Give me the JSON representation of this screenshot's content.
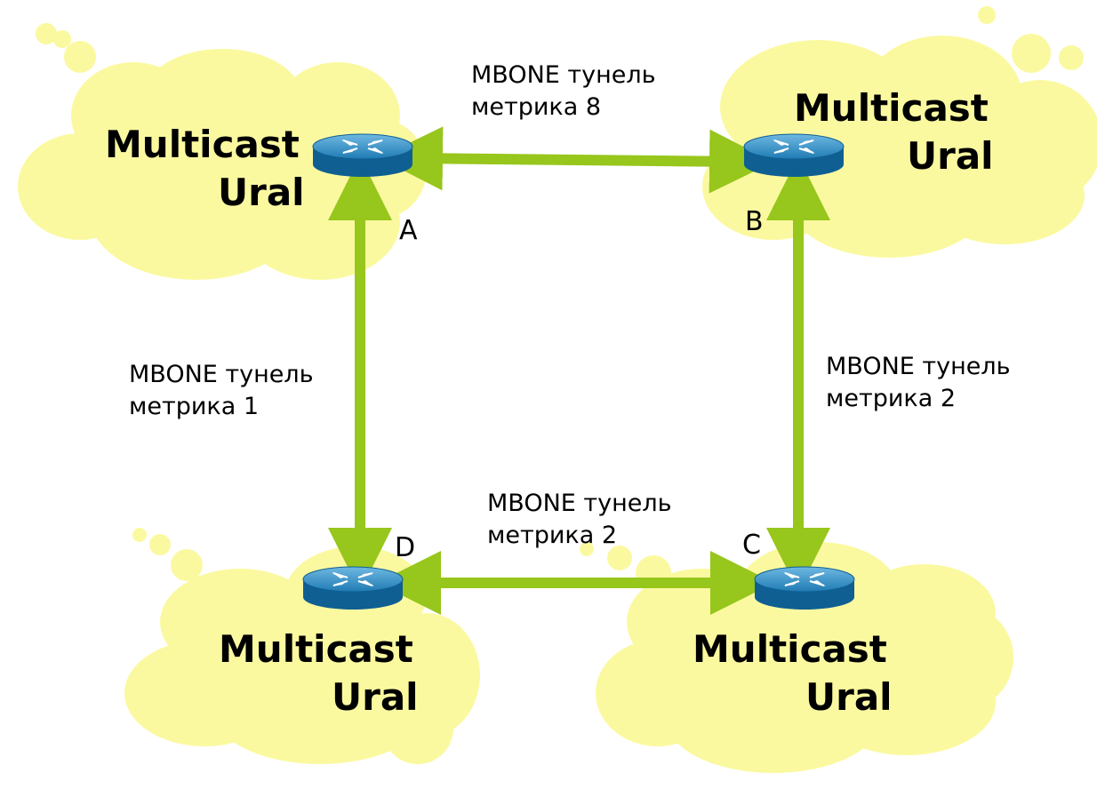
{
  "clouds": [
    {
      "id": "A",
      "line1": "Multicast",
      "line2": "Ural"
    },
    {
      "id": "B",
      "line1": "Multicast",
      "line2": "Ural"
    },
    {
      "id": "C",
      "line1": "Multicast",
      "line2": "Ural"
    },
    {
      "id": "D",
      "line1": "Multicast",
      "line2": "Ural"
    }
  ],
  "nodes": {
    "A": "A",
    "B": "B",
    "C": "C",
    "D": "D"
  },
  "tunnels": {
    "AB": {
      "line1": "MBONE тунель",
      "line2": "метрика 8"
    },
    "AD": {
      "line1": "MBONE тунель",
      "line2": "метрика 1"
    },
    "BC": {
      "line1": "MBONE тунель",
      "line2": "метрика 2"
    },
    "DC": {
      "line1": "MBONE тунель",
      "line2": "метрика 2"
    }
  },
  "colors": {
    "cloud_fill": "#fbf9a0",
    "arrow": "#97c61c",
    "router_top": "#2f8fc4",
    "router_side": "#0f5f93"
  }
}
